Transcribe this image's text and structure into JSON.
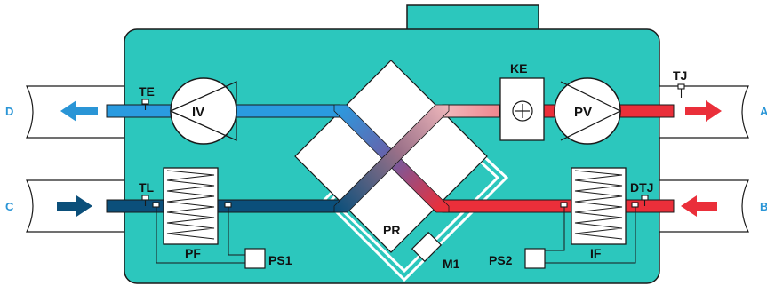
{
  "labels": {
    "TE": "TE",
    "IV": "IV",
    "KE": "KE",
    "PV": "PV",
    "TJ": "TJ",
    "TL": "TL",
    "PF": "PF",
    "PS1": "PS1",
    "PR": "PR",
    "M1": "M1",
    "PS2": "PS2",
    "IF": "IF",
    "DTJ": "DTJ"
  },
  "ports": {
    "D": "D",
    "C": "C",
    "A": "A",
    "B": "B"
  },
  "colors": {
    "housing": "#2cc7bd",
    "housing_outline": "#1a1a1a",
    "cold_light": "#2a9be0",
    "cold_dark": "#0b4f7a",
    "warm": "#ea2f3a",
    "warm_light": "#f2b9bd",
    "port_blue": "#2a95d6",
    "duct_bg": "#ffffff"
  },
  "icons": {
    "fan": "fan-icon",
    "heater": "heater-cross-icon",
    "filter": "filter-zigzag-icon",
    "sensor": "temperature-sensor-icon",
    "arrow": "airflow-arrow-icon"
  }
}
